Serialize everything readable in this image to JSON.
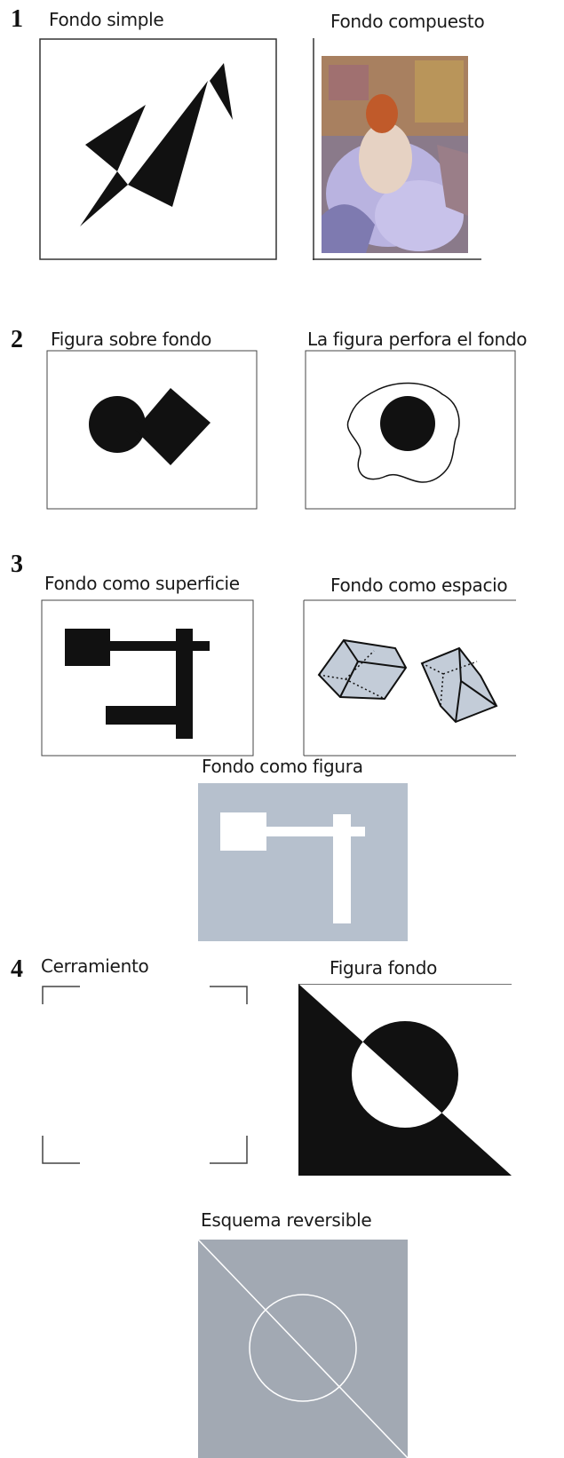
{
  "sections": [
    {
      "number": "1",
      "panels": [
        {
          "caption": "Fondo simple"
        },
        {
          "caption": "Fondo compuesto"
        }
      ]
    },
    {
      "number": "2",
      "panels": [
        {
          "caption": "Figura sobre fondo"
        },
        {
          "caption": "La figura perfora el fondo"
        }
      ]
    },
    {
      "number": "3",
      "panels": [
        {
          "caption": "Fondo como superficie"
        },
        {
          "caption": "Fondo como espacio"
        },
        {
          "caption": "Fondo como figura"
        }
      ]
    },
    {
      "number": "4",
      "panels": [
        {
          "caption": "Cerramiento"
        },
        {
          "caption": "Figura fondo"
        },
        {
          "caption": "Esquema reversible"
        }
      ]
    }
  ],
  "colors": {
    "ink": "#111111",
    "grey_panel": "#b6c0cd",
    "grey_dark_panel": "#a2a9b3",
    "cube_fill": "#c3ccd8"
  }
}
